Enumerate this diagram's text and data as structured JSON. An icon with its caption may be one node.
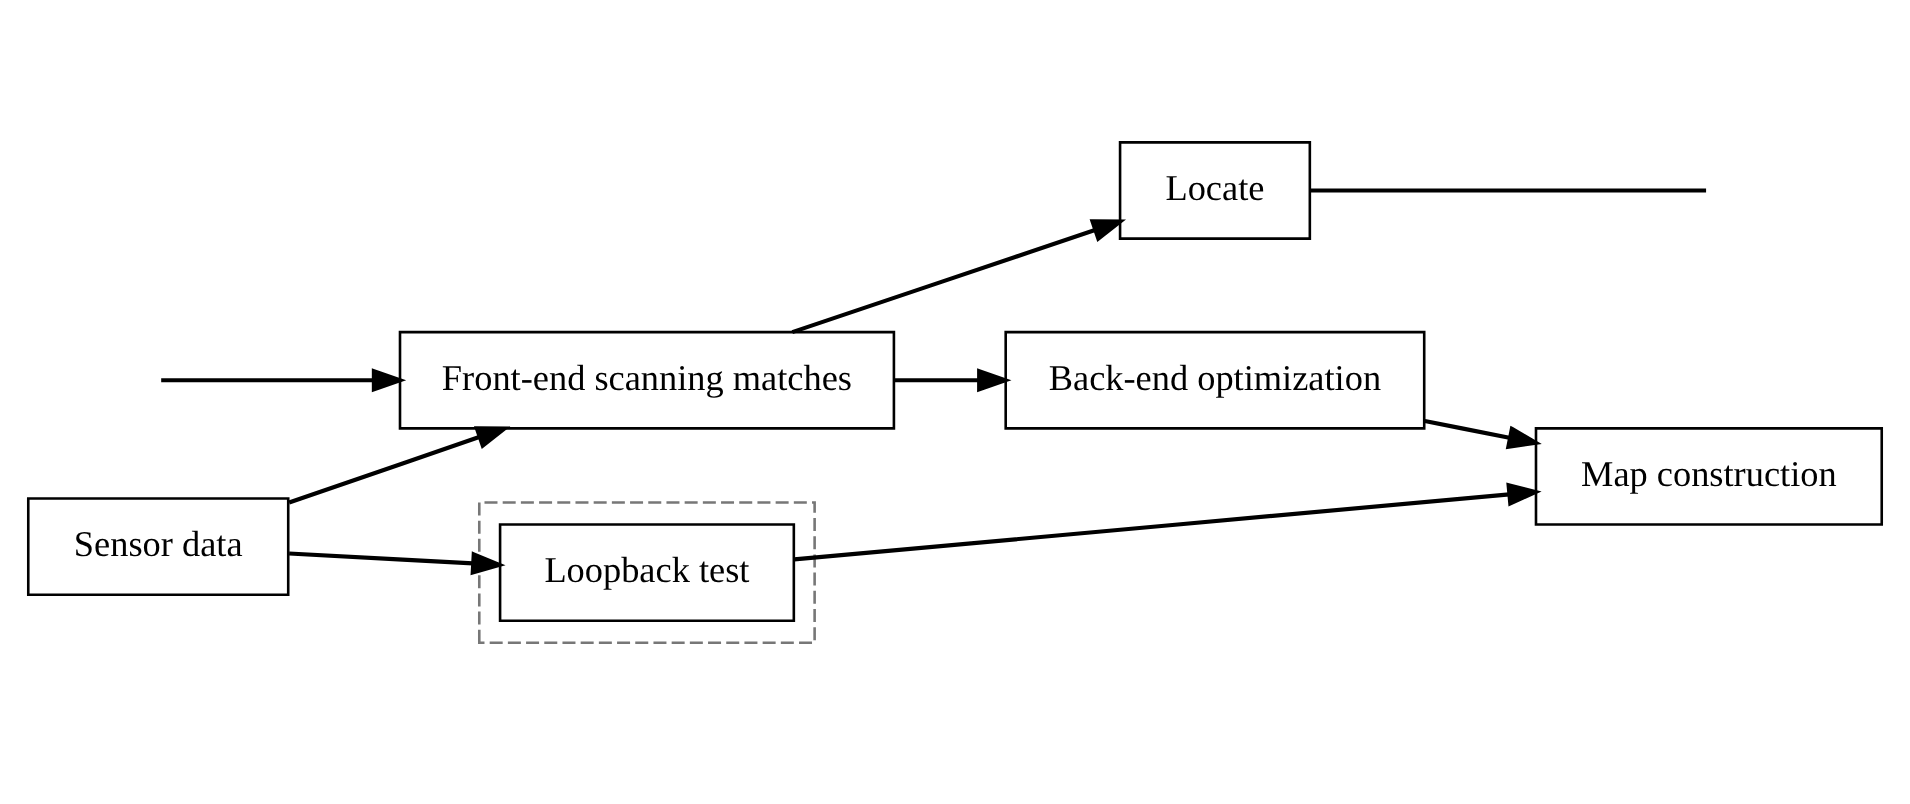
{
  "diagram": {
    "nodes": [
      {
        "text": [
          "Sensor data"
        ]
      },
      {
        "text": [
          "Front-end scanning matches"
        ]
      },
      {
        "text": [
          "Back-end optimization"
        ]
      },
      {
        "text": [
          "Map construction"
        ]
      },
      {
        "text": [
          "Locate"
        ]
      },
      {
        "text": [],
        "shape": "box"
      },
      {
        "text": [
          "Loopback test"
        ],
        "in": 5
      }
    ],
    "edges": [
      {
        "from": 0,
        "to": 1,
        "arrow": "to"
      },
      {
        "from": 1,
        "to": 2,
        "arrow": "to"
      },
      {
        "from": 2,
        "to": 3,
        "arrow": "to"
      },
      {
        "from": 0,
        "to": 6,
        "arrow": "to"
      },
      {
        "from": 6,
        "to": 3,
        "arrow": "to"
      },
      {
        "from": 1,
        "to": 4,
        "arrow": "to"
      },
      {
        "from": null,
        "to": 1,
        "arrow": "to"
      },
      {
        "from": 4,
        "to": null,
        "arrow": "none"
      }
    ]
  }
}
